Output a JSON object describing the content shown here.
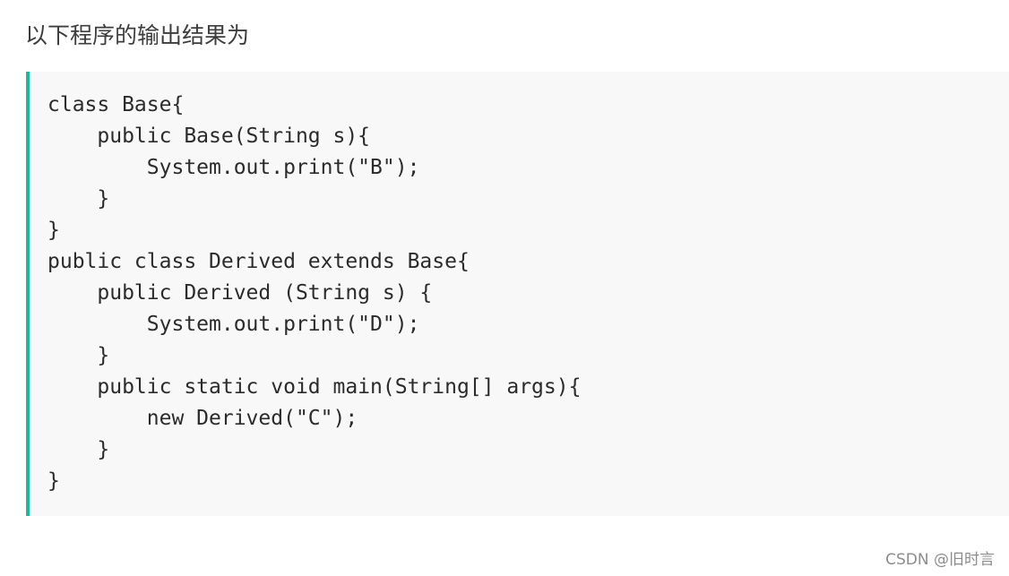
{
  "question": {
    "title": "以下程序的输出结果为"
  },
  "code": {
    "lines": [
      "class Base{",
      "    public Base(String s){",
      "        System.out.print(\"B\");",
      "    }",
      "}",
      "public class Derived extends Base{",
      "    public Derived (String s) {",
      "        System.out.print(\"D\");",
      "    }",
      "    public static void main(String[] args){",
      "        new Derived(\"C\");",
      "    }",
      "}"
    ]
  },
  "watermark": {
    "text": "CSDN @旧时言"
  },
  "colors": {
    "accent_border": "#1abc9c",
    "code_background": "#f8f8f8",
    "text": "#2b2b2b"
  }
}
